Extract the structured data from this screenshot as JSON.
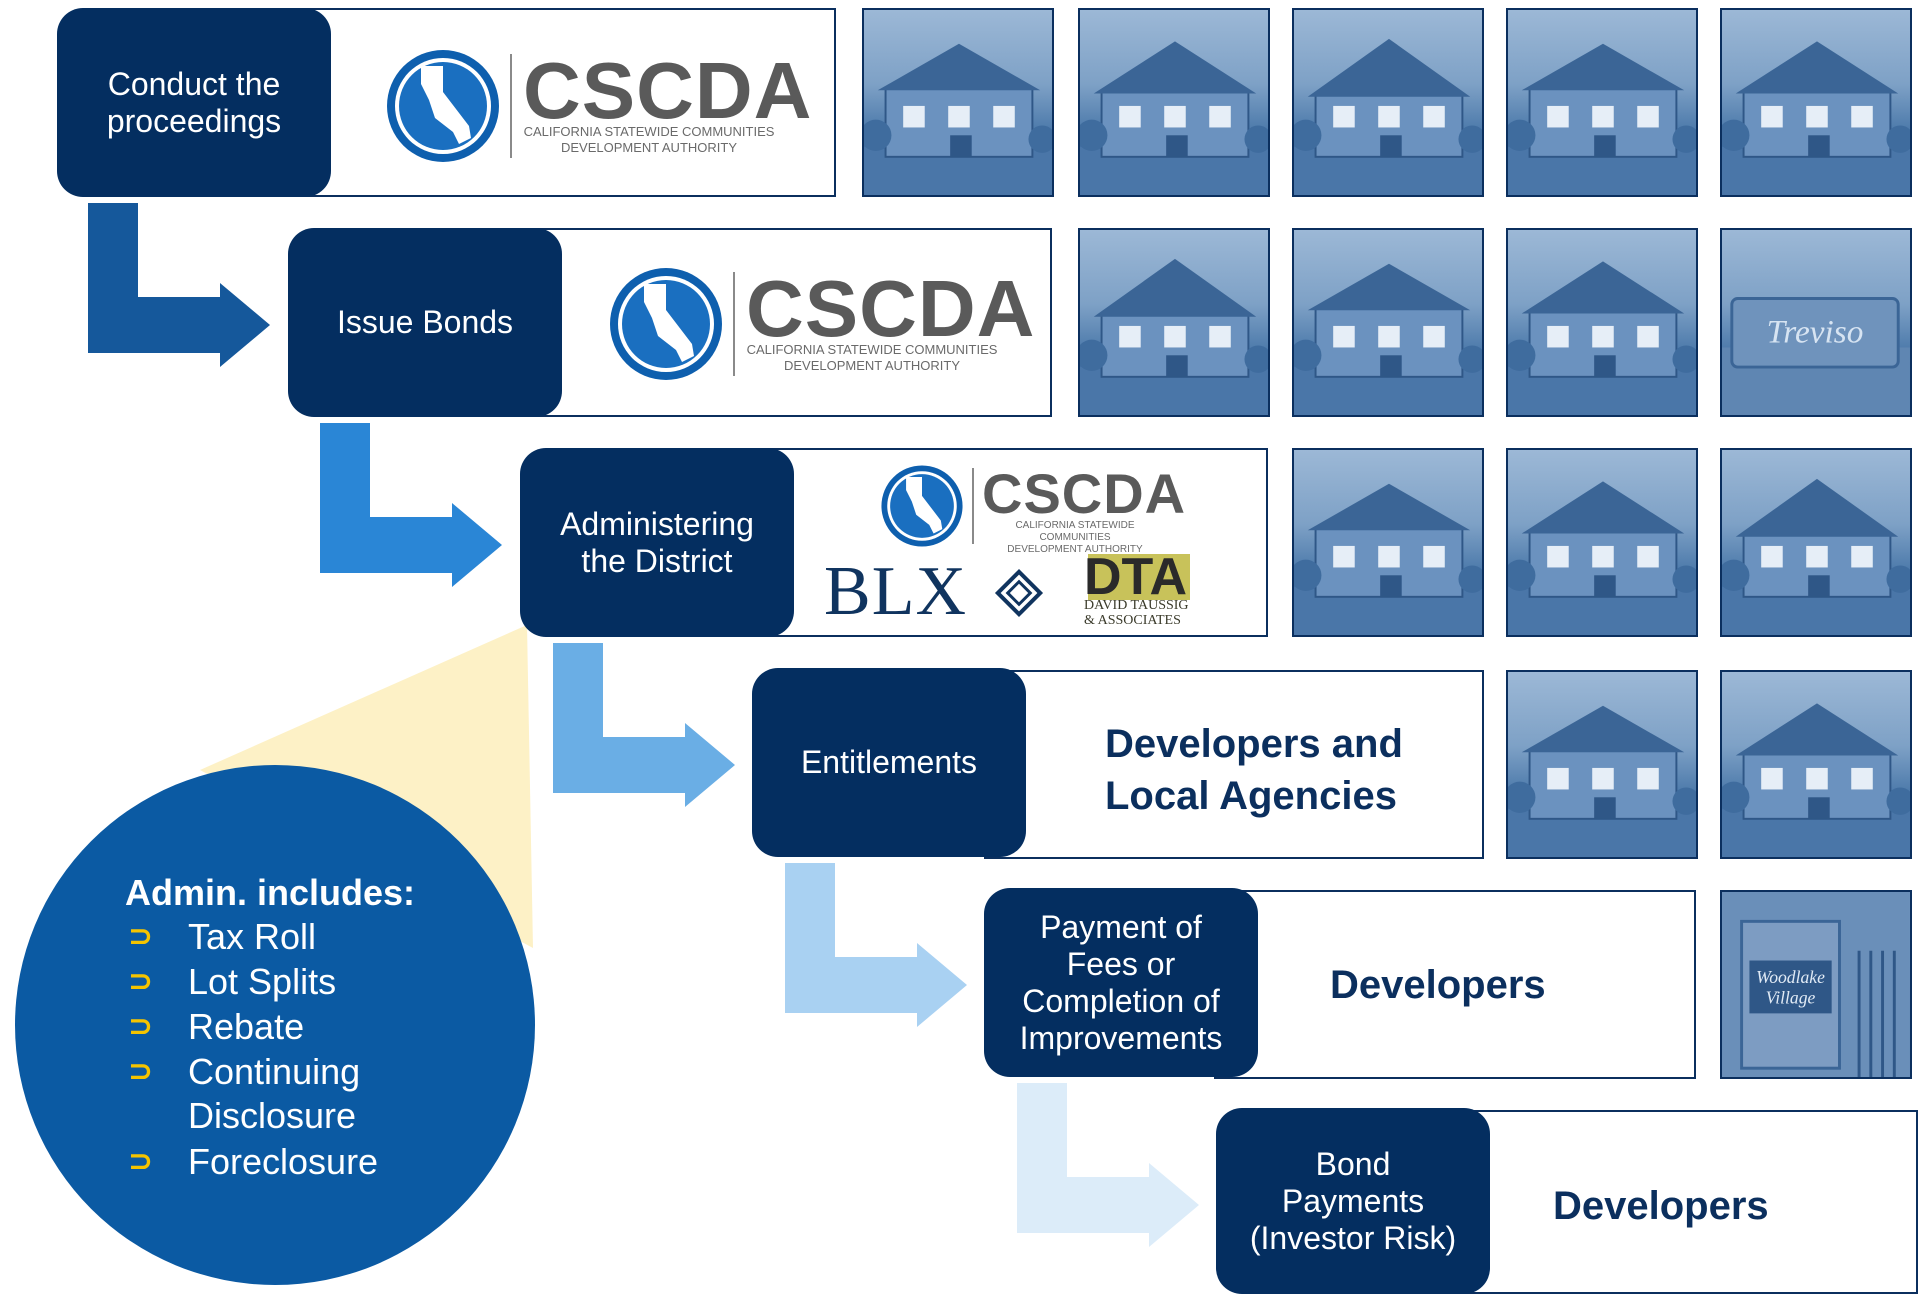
{
  "steps": [
    {
      "label": "Conduct the\nproceedings",
      "who": null
    },
    {
      "label": "Issue Bonds",
      "who": null
    },
    {
      "label": "Administering\nthe District",
      "who": null
    },
    {
      "label": "Entitlements",
      "who": "Developers and\nLocal Agencies"
    },
    {
      "label": "Payment of\nFees or\nCompletion of\nImprovements",
      "who": "Developers"
    },
    {
      "label": "Bond\nPayments\n(Investor Risk)",
      "who": "Developers"
    }
  ],
  "logos": {
    "cscda_word": "CSCDA",
    "cscda_sub": "CALIFORNIA STATEWIDE COMMUNITIES\nDEVELOPMENT AUTHORITY",
    "blx_word": "BLX",
    "dta_word": "DTA",
    "dta_sub": "DAVID TAUSSIG\n& ASSOCIATES"
  },
  "photo_signs": {
    "treviso": "Treviso",
    "woodlake": "Woodlake\nVillage"
  },
  "admin": {
    "title": "Admin. includes:",
    "items": [
      "Tax Roll",
      "Lot Splits",
      "Rebate",
      "Continuing\nDisclosure",
      "Foreclosure"
    ],
    "bullet_glyph": "⊃"
  },
  "colors": {
    "step_box": "#042e60",
    "circle": "#0b5aa3",
    "callout": "#fdf1c6",
    "bullet": "#f5c400",
    "arrows": [
      "#15589b",
      "#2a86d6",
      "#6aaee5",
      "#a9d1f2",
      "#dcecf9"
    ]
  }
}
